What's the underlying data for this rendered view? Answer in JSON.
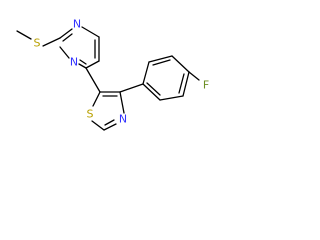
{
  "molecule": {
    "atoms": {
      "sulfur_methylthio": {
        "label": "S"
      },
      "nitrogen_pyrimidine_1": {
        "label": "N"
      },
      "nitrogen_pyrimidine_3": {
        "label": "N"
      },
      "sulfur_thiazole": {
        "label": "S"
      },
      "nitrogen_thiazole": {
        "label": "N"
      },
      "fluorine": {
        "label": "F"
      }
    },
    "colors": {
      "bond": "#000000",
      "carbon": "#000000",
      "nitrogen": "#3333ff",
      "sulfur": "#b8a000",
      "fluorine": "#6b8e23"
    }
  }
}
